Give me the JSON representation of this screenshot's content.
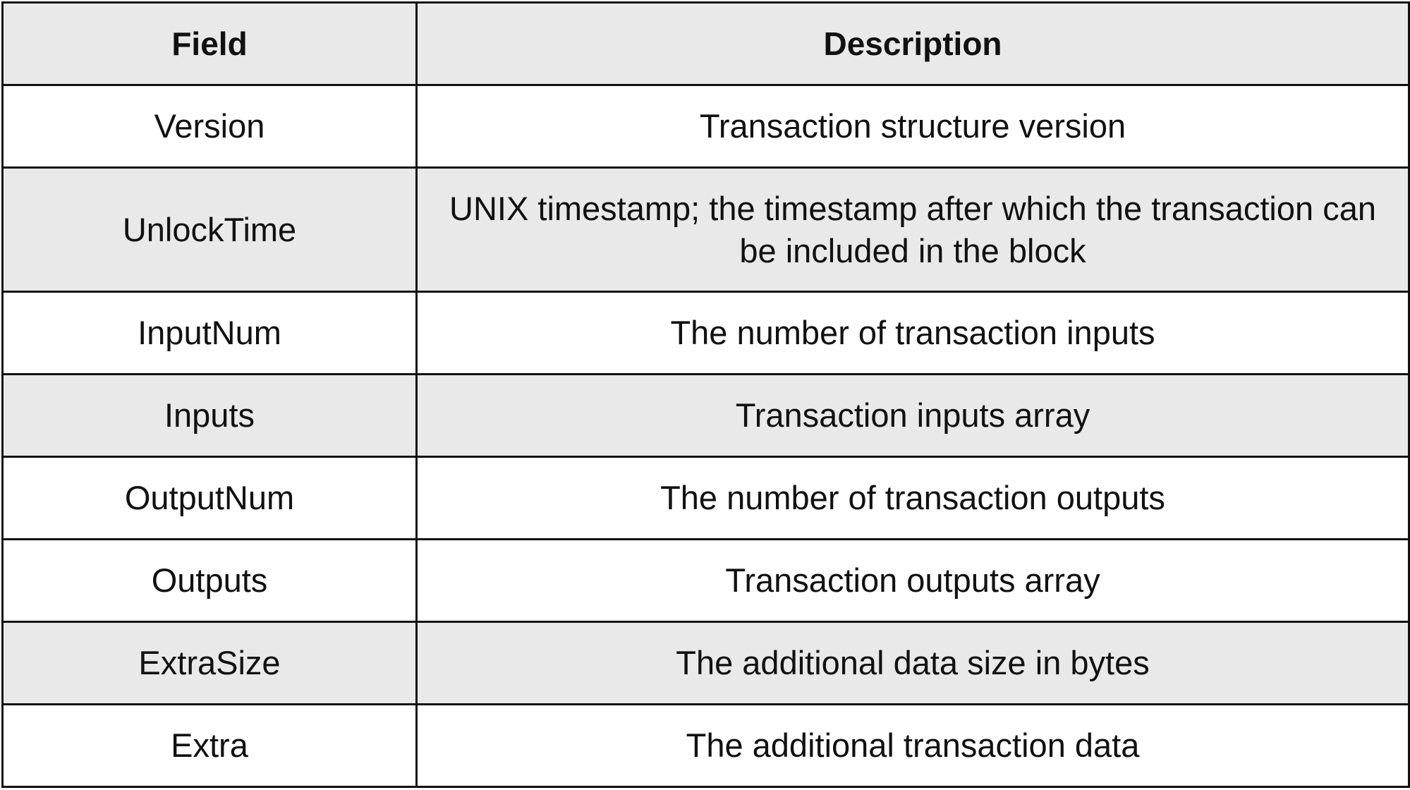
{
  "table": {
    "headers": [
      "Field",
      "Description"
    ],
    "rows": [
      {
        "field": "Version",
        "description": "Transaction structure version",
        "shaded": false
      },
      {
        "field": "UnlockTime",
        "description": "UNIX timestamp; the timestamp after which the transaction can be included in the block",
        "shaded": true
      },
      {
        "field": "InputNum",
        "description": "The number of transaction inputs",
        "shaded": false
      },
      {
        "field": "Inputs",
        "description": "Transaction inputs array",
        "shaded": true
      },
      {
        "field": "OutputNum",
        "description": "The number of transaction outputs",
        "shaded": false
      },
      {
        "field": "Outputs",
        "description": "Transaction outputs array",
        "shaded": false
      },
      {
        "field": "ExtraSize",
        "description": "The additional data size in bytes",
        "shaded": true
      },
      {
        "field": "Extra",
        "description": "The additional transaction data",
        "shaded": false
      }
    ]
  },
  "colors": {
    "header_bg": "#e8e9e8",
    "shaded_row_bg": "#e8e9e8",
    "plain_row_bg": "#ffffff",
    "border": "#111111"
  }
}
